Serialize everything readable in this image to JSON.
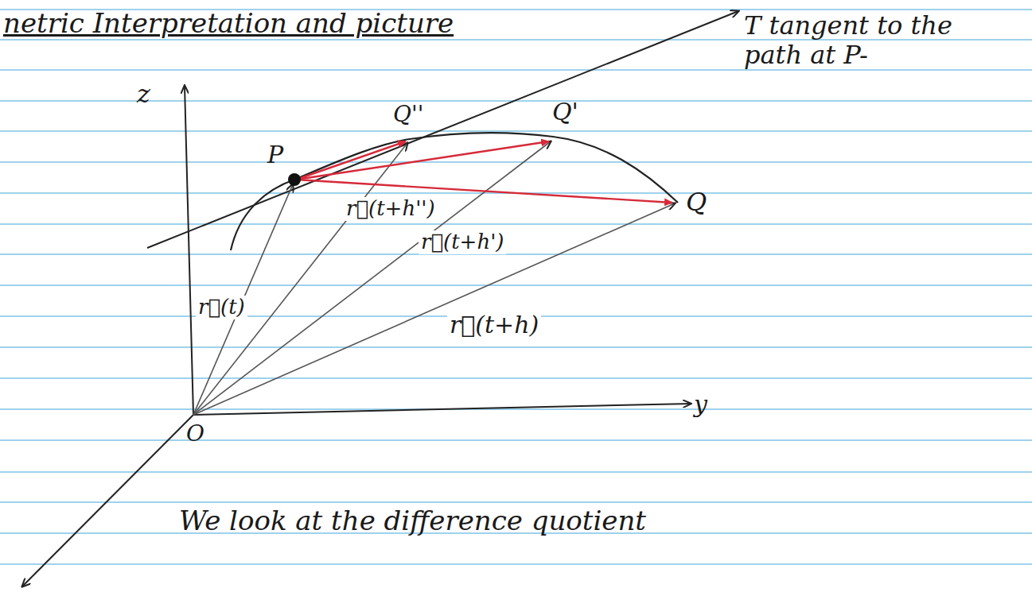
{
  "diagram": {
    "title": "netric Interpretation and picture",
    "labels": [
      "z",
      "T tangent to the path at P-",
      "P",
      "Q''",
      "Q'",
      "Q",
      "r⃗(t+h'')",
      "r⃗(t+h')",
      "r⃗(t)",
      "r⃗(t+h)",
      "O",
      "y",
      "We look at the difference quotient"
    ]
  }
}
